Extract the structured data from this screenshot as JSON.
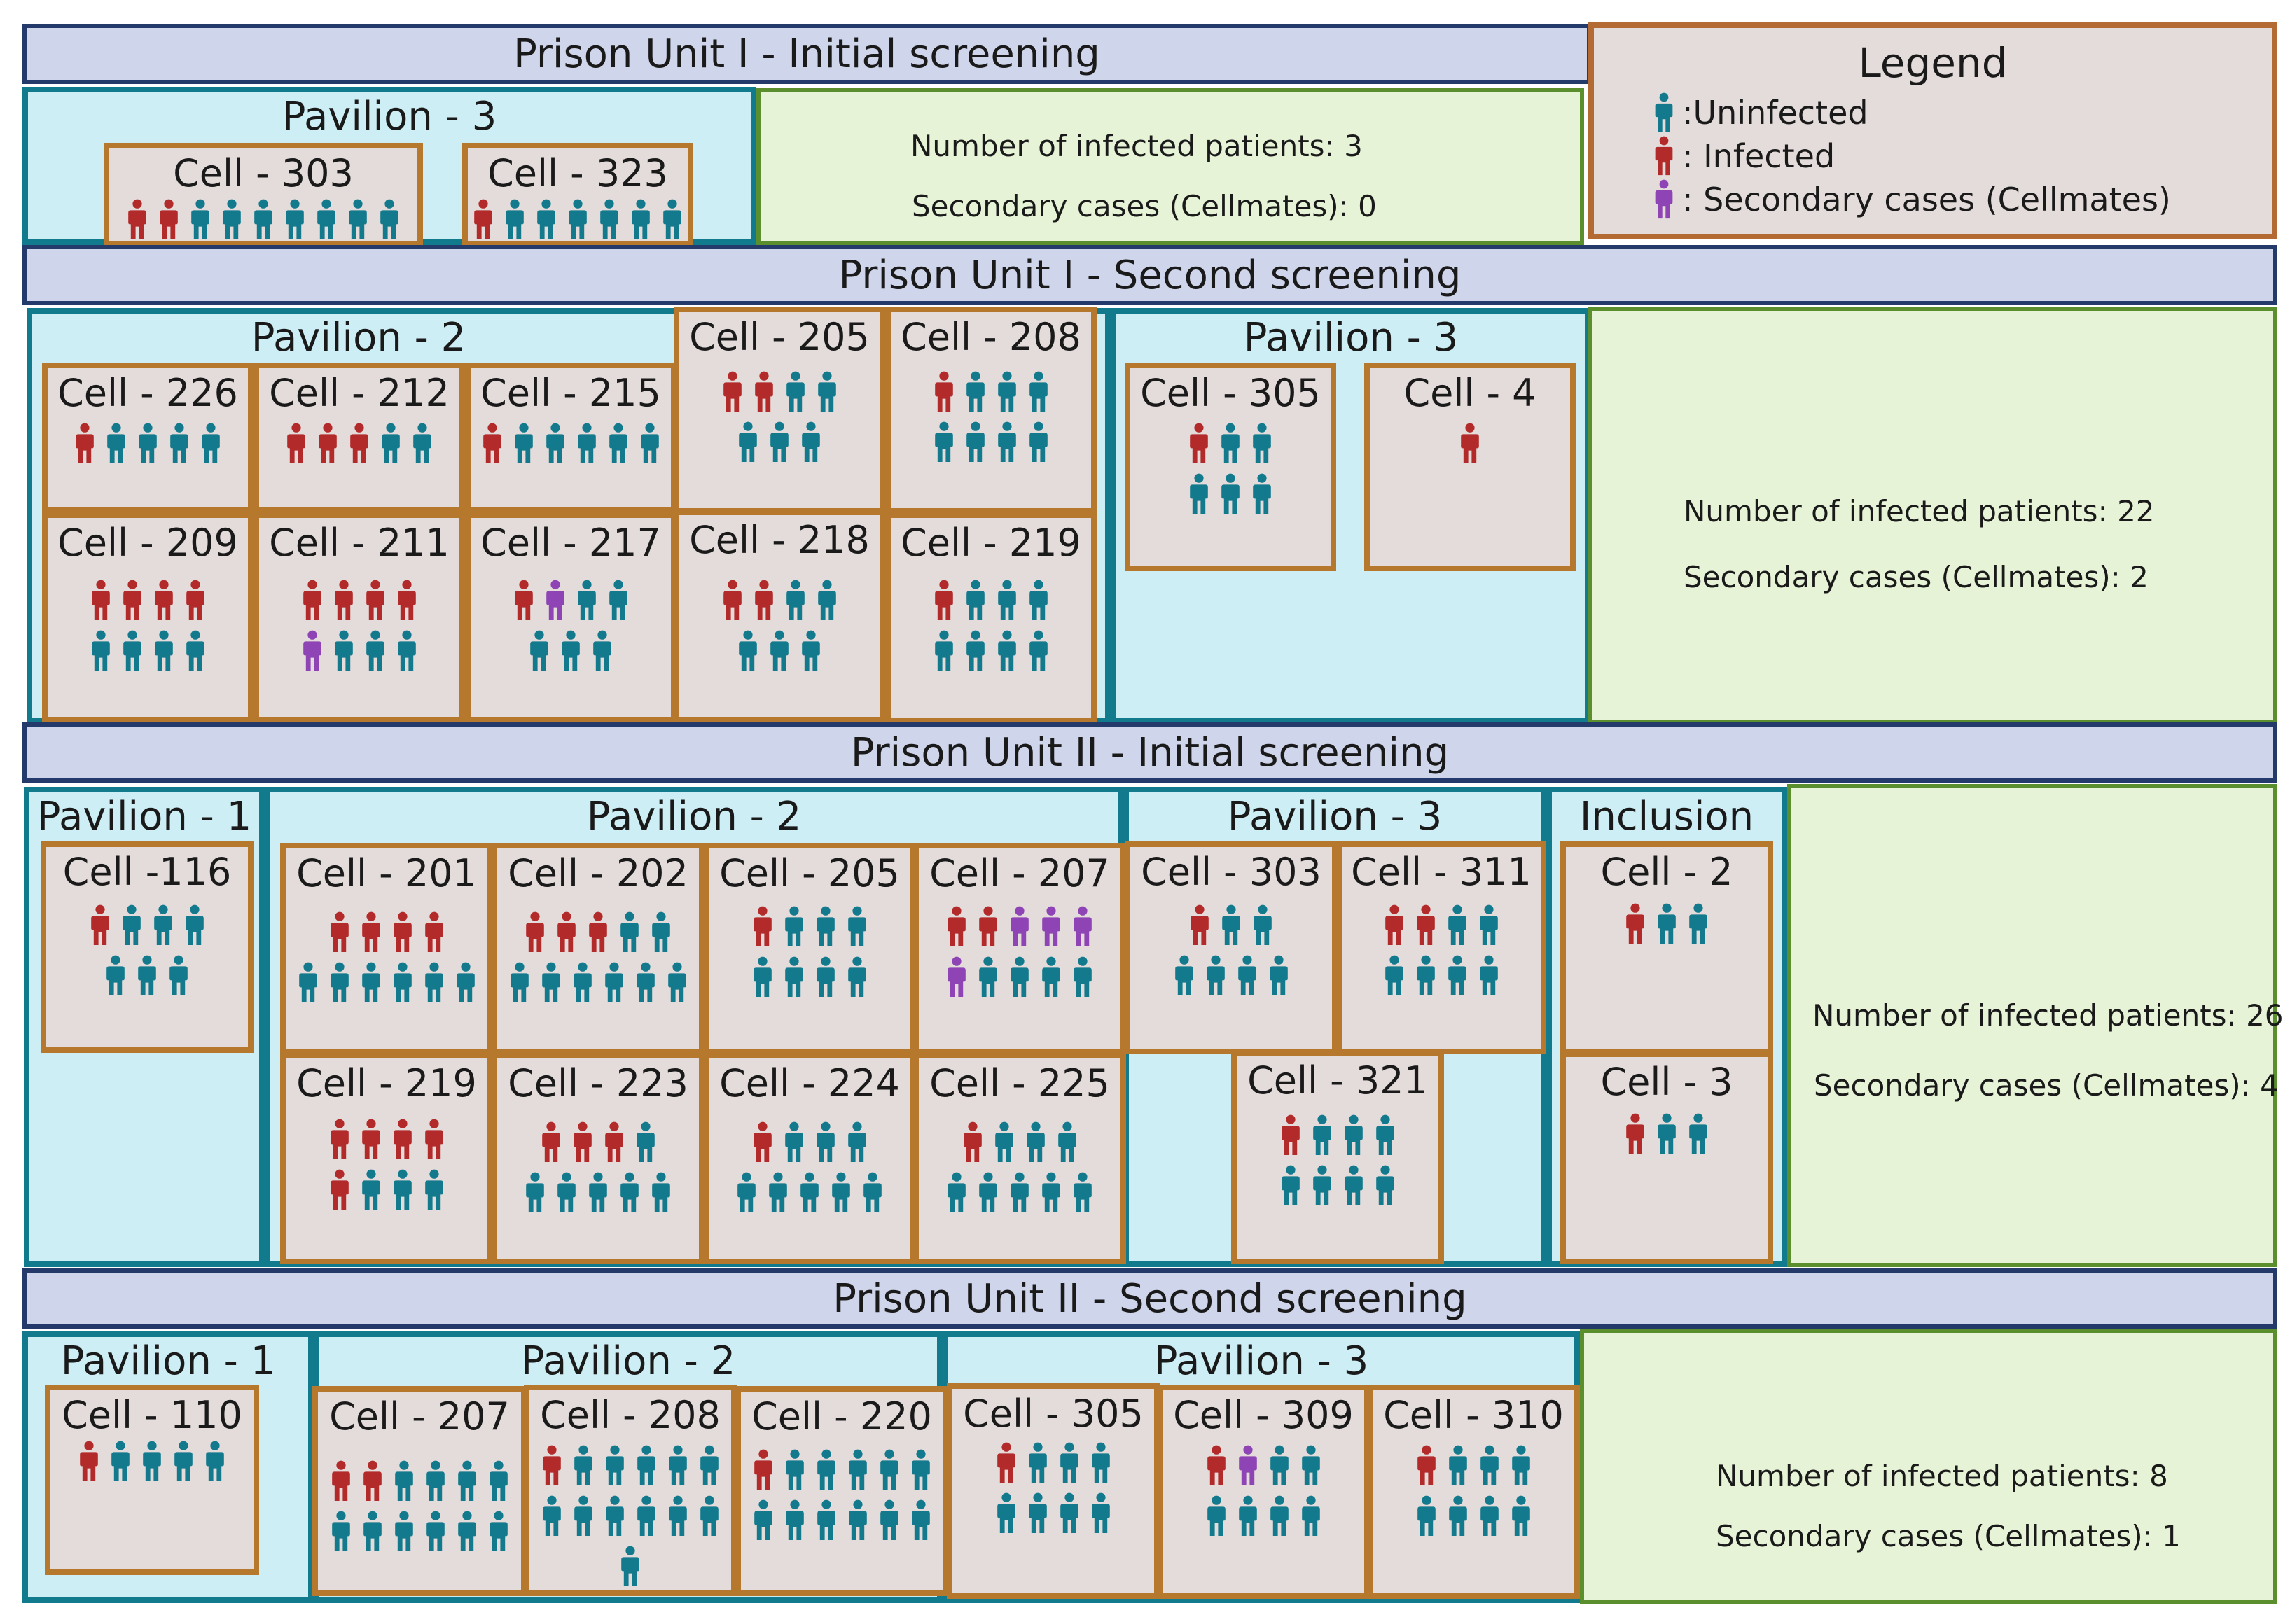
{
  "colors": {
    "uninfected": "#137a8e",
    "infected": "#b22a2a",
    "secondary": "#8e44b4"
  },
  "icons": {
    "uninfected": "person-icon-teal",
    "infected": "person-icon-red",
    "secondary": "person-icon-purple"
  },
  "legend": {
    "title": "Legend",
    "uninfected": ":Uninfected",
    "infected": ": Infected",
    "secondary": ": Secondary cases (Cellmates)"
  },
  "sections": [
    {
      "title": "Prison Unit I - Initial screening",
      "infected_label": "Number of infected patients: 3",
      "secondary_label": "Secondary cases (Cellmates): 0",
      "pavilions": [
        {
          "title": "Pavilion - 3"
        }
      ],
      "cells": [
        {
          "name": "Cell - 303",
          "rows": [
            [
              "I",
              "I",
              "U",
              "U",
              "U",
              "U",
              "U",
              "U",
              "U"
            ]
          ]
        },
        {
          "name": "Cell - 323",
          "rows": [
            [
              "I",
              "U",
              "U",
              "U",
              "U",
              "U",
              "U"
            ]
          ]
        }
      ]
    },
    {
      "title": "Prison Unit I - Second screening",
      "infected_label": "Number of infected patients: 22",
      "secondary_label": "Secondary cases (Cellmates): 2",
      "pavilions": [
        {
          "title": "Pavilion - 2"
        },
        {
          "title": "Pavilion - 3"
        }
      ],
      "cells": [
        {
          "name": "Cell - 226",
          "rows": [
            [
              "I",
              "U",
              "U",
              "U",
              "U"
            ]
          ]
        },
        {
          "name": "Cell - 212",
          "rows": [
            [
              "I",
              "I",
              "I",
              "U",
              "U"
            ]
          ]
        },
        {
          "name": "Cell - 215",
          "rows": [
            [
              "I",
              "U",
              "U",
              "U",
              "U",
              "U"
            ]
          ]
        },
        {
          "name": "Cell - 205",
          "rows": [
            [
              "I",
              "I",
              "U",
              "U"
            ],
            [
              "U",
              "U",
              "U"
            ]
          ]
        },
        {
          "name": "Cell - 208",
          "rows": [
            [
              "I",
              "U",
              "U",
              "U"
            ],
            [
              "U",
              "U",
              "U",
              "U"
            ]
          ]
        },
        {
          "name": "Cell - 209",
          "rows": [
            [
              "I",
              "I",
              "I",
              "I"
            ],
            [
              "U",
              "U",
              "U",
              "U"
            ]
          ]
        },
        {
          "name": "Cell - 211",
          "rows": [
            [
              "I",
              "I",
              "I",
              "I"
            ],
            [
              "S",
              "U",
              "U",
              "U"
            ]
          ]
        },
        {
          "name": "Cell - 217",
          "rows": [
            [
              "I",
              "S",
              "U",
              "U"
            ],
            [
              "U",
              "U",
              "U"
            ]
          ]
        },
        {
          "name": "Cell - 218",
          "rows": [
            [
              "I",
              "I",
              "U",
              "U"
            ],
            [
              "U",
              "U",
              "U"
            ]
          ]
        },
        {
          "name": "Cell - 219",
          "rows": [
            [
              "I",
              "U",
              "U",
              "U"
            ],
            [
              "U",
              "U",
              "U",
              "U"
            ]
          ]
        },
        {
          "name": "Cell - 305",
          "rows": [
            [
              "I",
              "U",
              "U"
            ],
            [
              "U",
              "U",
              "U"
            ]
          ]
        },
        {
          "name": "Cell - 4",
          "rows": [
            [
              "I"
            ]
          ]
        }
      ]
    },
    {
      "title": "Prison Unit II - Initial screening",
      "infected_label": "Number of infected patients: 26",
      "secondary_label": "Secondary cases (Cellmates): 4",
      "pavilions": [
        {
          "title": "Pavilion - 1"
        },
        {
          "title": "Pavilion - 2"
        },
        {
          "title": "Pavilion - 3"
        },
        {
          "title": "Inclusion"
        }
      ],
      "cells": [
        {
          "name": "Cell -116",
          "rows": [
            [
              "I",
              "U",
              "U",
              "U"
            ],
            [
              "U",
              "U",
              "U"
            ]
          ]
        },
        {
          "name": "Cell - 201",
          "rows": [
            [
              "I",
              "I",
              "I",
              "I"
            ],
            [
              "U",
              "U",
              "U",
              "U",
              "U",
              "U"
            ]
          ]
        },
        {
          "name": "Cell - 202",
          "rows": [
            [
              "I",
              "I",
              "I",
              "U",
              "U"
            ],
            [
              "U",
              "U",
              "U",
              "U",
              "U",
              "U"
            ]
          ]
        },
        {
          "name": "Cell - 205",
          "rows": [
            [
              "I",
              "U",
              "U",
              "U"
            ],
            [
              "U",
              "U",
              "U",
              "U"
            ]
          ]
        },
        {
          "name": "Cell - 207",
          "rows": [
            [
              "I",
              "I",
              "S",
              "S",
              "S"
            ],
            [
              "S",
              "U",
              "U",
              "U",
              "U"
            ]
          ]
        },
        {
          "name": "Cell - 303",
          "rows": [
            [
              "I",
              "U",
              "U"
            ],
            [
              "U",
              "U",
              "U",
              "U"
            ]
          ]
        },
        {
          "name": "Cell - 311",
          "rows": [
            [
              "I",
              "I",
              "U",
              "U"
            ],
            [
              "U",
              "U",
              "U",
              "U"
            ]
          ]
        },
        {
          "name": "Cell - 2",
          "rows": [
            [
              "I",
              "U",
              "U"
            ]
          ]
        },
        {
          "name": "Cell - 219",
          "rows": [
            [
              "I",
              "I",
              "I",
              "I"
            ],
            [
              "I",
              "U",
              "U",
              "U"
            ]
          ]
        },
        {
          "name": "Cell - 223",
          "rows": [
            [
              "I",
              "I",
              "I",
              "U"
            ],
            [
              "U",
              "U",
              "U",
              "U",
              "U"
            ]
          ]
        },
        {
          "name": "Cell - 224",
          "rows": [
            [
              "I",
              "U",
              "U",
              "U"
            ],
            [
              "U",
              "U",
              "U",
              "U",
              "U"
            ]
          ]
        },
        {
          "name": "Cell - 225",
          "rows": [
            [
              "I",
              "U",
              "U",
              "U"
            ],
            [
              "U",
              "U",
              "U",
              "U",
              "U"
            ]
          ]
        },
        {
          "name": "Cell - 321",
          "rows": [
            [
              "I",
              "U",
              "U",
              "U"
            ],
            [
              "U",
              "U",
              "U",
              "U"
            ]
          ]
        },
        {
          "name": "Cell - 3",
          "rows": [
            [
              "I",
              "U",
              "U"
            ]
          ]
        }
      ]
    },
    {
      "title": "Prison Unit II - Second screening",
      "infected_label": "Number of infected patients: 8",
      "secondary_label": "Secondary cases (Cellmates): 1",
      "pavilions": [
        {
          "title": "Pavilion - 1"
        },
        {
          "title": "Pavilion - 2"
        },
        {
          "title": "Pavilion - 3"
        }
      ],
      "cells": [
        {
          "name": "Cell - 110",
          "rows": [
            [
              "I",
              "U",
              "U",
              "U",
              "U"
            ]
          ]
        },
        {
          "name": "Cell - 207",
          "rows": [
            [
              "I",
              "I",
              "U",
              "U",
              "U",
              "U"
            ],
            [
              "U",
              "U",
              "U",
              "U",
              "U",
              "U"
            ]
          ]
        },
        {
          "name": "Cell - 208",
          "rows": [
            [
              "I",
              "U",
              "U",
              "U",
              "U",
              "U"
            ],
            [
              "U",
              "U",
              "U",
              "U",
              "U",
              "U"
            ],
            [
              "U"
            ]
          ]
        },
        {
          "name": "Cell - 220",
          "rows": [
            [
              "I",
              "U",
              "U",
              "U",
              "U",
              "U"
            ],
            [
              "U",
              "U",
              "U",
              "U",
              "U",
              "U"
            ]
          ]
        },
        {
          "name": "Cell - 305",
          "rows": [
            [
              "I",
              "U",
              "U",
              "U"
            ],
            [
              "U",
              "U",
              "U",
              "U"
            ]
          ]
        },
        {
          "name": "Cell - 309",
          "rows": [
            [
              "I",
              "S",
              "U",
              "U"
            ],
            [
              "U",
              "U",
              "U",
              "U"
            ]
          ]
        },
        {
          "name": "Cell - 310",
          "rows": [
            [
              "I",
              "U",
              "U",
              "U"
            ],
            [
              "U",
              "U",
              "U",
              "U"
            ]
          ]
        }
      ]
    }
  ]
}
